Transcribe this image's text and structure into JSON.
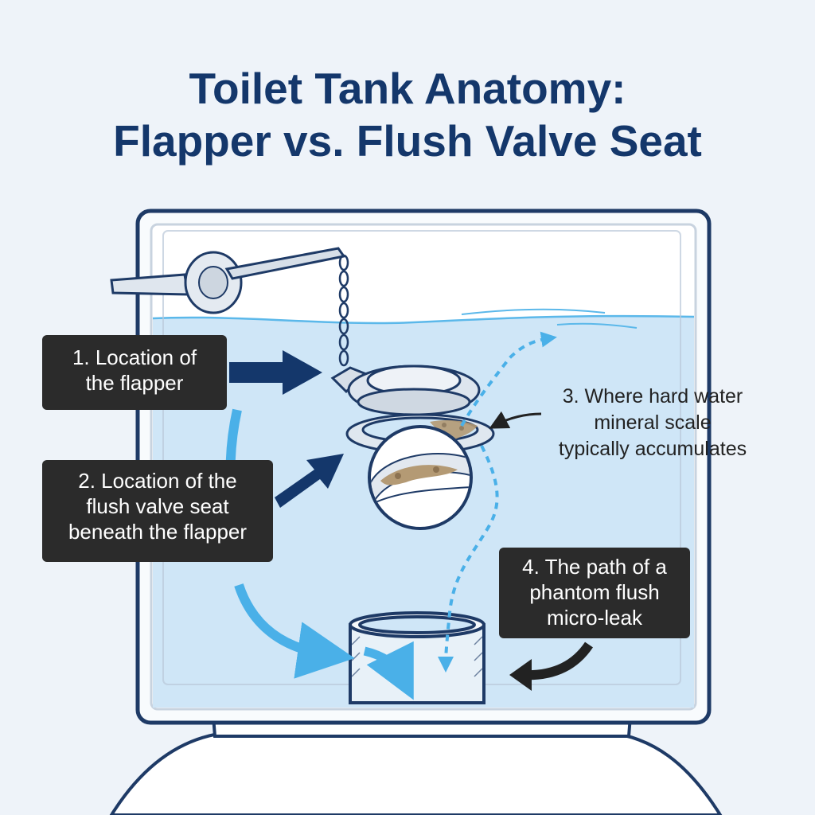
{
  "title": {
    "line1": "Toilet Tank Anatomy:",
    "line2": "Flapper vs. Flush Valve Seat"
  },
  "callouts": [
    {
      "id": "1",
      "lines": [
        "1. Location of",
        "the flapper"
      ]
    },
    {
      "id": "2",
      "lines": [
        "2. Location of the",
        "flush valve seat",
        "beneath the flapper"
      ]
    },
    {
      "id": "3",
      "lines": [
        "3. Where hard water",
        "mineral scale",
        "typically accumulates"
      ]
    },
    {
      "id": "4",
      "lines": [
        "4. The path of a",
        "phantom flush",
        "micro-leak"
      ]
    }
  ],
  "colors": {
    "title": "#14376b",
    "water": "#cfe6f7",
    "tank_border": "#1e3a66",
    "arrow_dark": "#14376b",
    "arrow_light": "#4ab0e8",
    "label_bg": "#2b2b2b",
    "scale": "#b49a74"
  }
}
